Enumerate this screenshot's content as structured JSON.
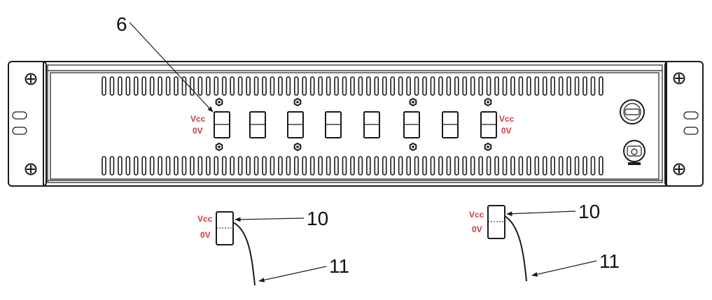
{
  "colors": {
    "line": "#1a1a1a",
    "power_label": "#d23a3a",
    "background": "#ffffff"
  },
  "callouts": {
    "switch": "6",
    "connector_left": "10",
    "connector_right": "10",
    "cable_left": "11",
    "cable_right": "11"
  },
  "power_labels": {
    "panel_left": {
      "vcc": "Vcc",
      "gnd": "0V"
    },
    "panel_right": {
      "vcc": "Vcc",
      "gnd": "0V"
    },
    "connector_left": {
      "vcc": "Vcc",
      "gnd": "0V"
    },
    "connector_right": {
      "vcc": "Vcc",
      "gnd": "0V"
    }
  },
  "icons": [
    "screw-icon",
    "key-switch-icon",
    "cable-gland-icon",
    "rocker-switch-icon",
    "hex-nut-icon"
  ]
}
